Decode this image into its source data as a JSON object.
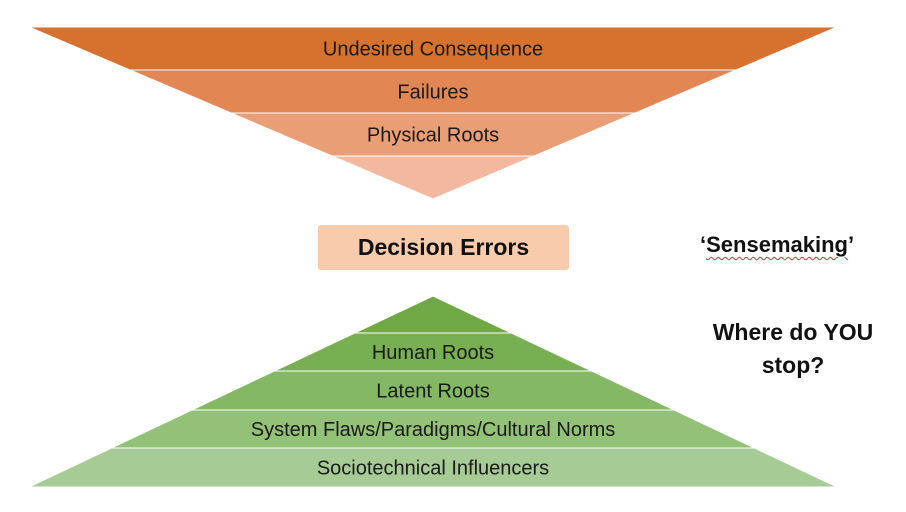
{
  "top_funnel": {
    "layers": [
      {
        "label": "Undesired Consequence",
        "color": "#D6722E"
      },
      {
        "label": "Failures",
        "color": "#E28654"
      },
      {
        "label": "Physical Roots",
        "color": "#EA9E75"
      },
      {
        "label": "",
        "color": "#F2B9A0"
      }
    ]
  },
  "center": {
    "label": "Decision Errors",
    "color": "#F8CBAD"
  },
  "bottom_pyramid": {
    "layers": [
      {
        "label": "",
        "color": "#70A845"
      },
      {
        "label": "Human Roots",
        "color": "#78AF52"
      },
      {
        "label": "Latent Roots",
        "color": "#84B865"
      },
      {
        "label": "System Flaws/Paradigms/Cultural Norms",
        "color": "#93C177"
      },
      {
        "label": "Sociotechnical Influencers",
        "color": "#A7CB94"
      }
    ]
  },
  "side_notes": {
    "sensemaking_open_quote": "‘",
    "sensemaking_word": "Sensemaking",
    "sensemaking_close_quote": "’",
    "question_line1": "Where do YOU",
    "question_line2": "stop?"
  }
}
